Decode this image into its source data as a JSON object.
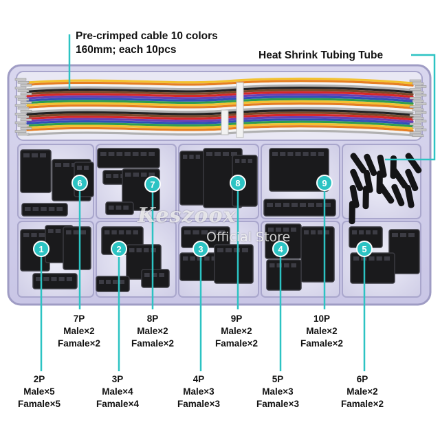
{
  "header": {
    "cable_line1": "Pre-crimped cable 10 colors",
    "cable_line2": "160mm; each 10pcs",
    "tubing": "Heat Shrink Tubing Tube"
  },
  "watermark": {
    "brand": "Keszoox",
    "store": "Official Store"
  },
  "wire_colors": [
    "#f2c230",
    "#e67e22",
    "#ffffff",
    "#b0b0b0",
    "#222222",
    "#7b4a2a",
    "#d62828",
    "#6a3fb5",
    "#2f4fb8",
    "#2e9e4f"
  ],
  "marker_color": "#2cc3c3",
  "compartments": [
    {
      "num": "1",
      "pins": "2P",
      "male": "Male×5",
      "female": "Famale×5"
    },
    {
      "num": "2",
      "pins": "3P",
      "male": "Male×4",
      "female": "Famale×4"
    },
    {
      "num": "3",
      "pins": "4P",
      "male": "Male×3",
      "female": "Famale×3"
    },
    {
      "num": "4",
      "pins": "5P",
      "male": "Male×3",
      "female": "Famale×3"
    },
    {
      "num": "5",
      "pins": "6P",
      "male": "Male×2",
      "female": "Famale×2"
    },
    {
      "num": "6",
      "pins": "7P",
      "male": "Male×2",
      "female": "Famale×2"
    },
    {
      "num": "7",
      "pins": "8P",
      "male": "Male×2",
      "female": "Famale×2"
    },
    {
      "num": "8",
      "pins": "9P",
      "male": "Male×2",
      "female": "Famale×2"
    },
    {
      "num": "9",
      "pins": "10P",
      "male": "Male×2",
      "female": "Famale×2"
    }
  ]
}
